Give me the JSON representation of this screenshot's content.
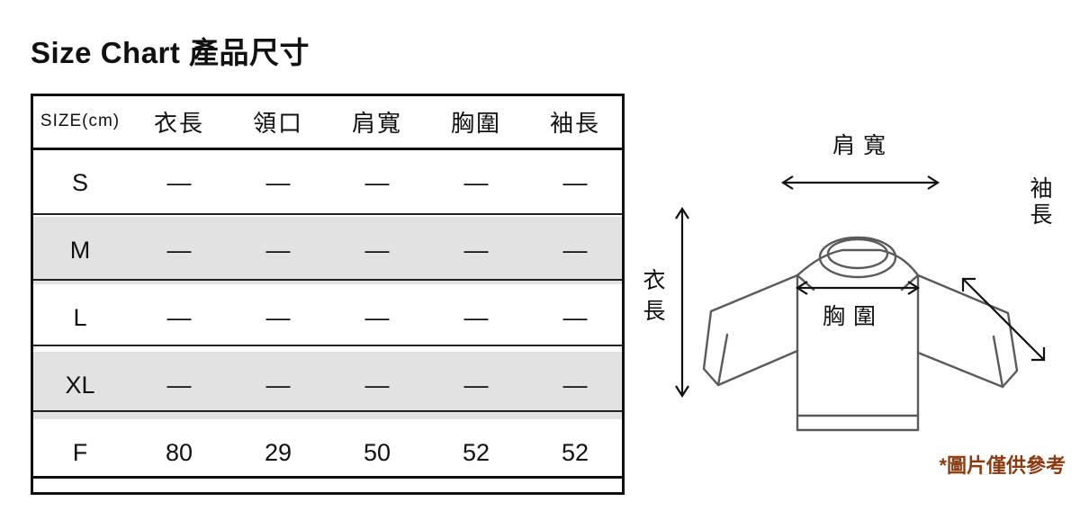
{
  "title": "Size Chart 產品尺寸",
  "table": {
    "headers": [
      "SIZE(cm)",
      "衣長",
      "領口",
      "肩寬",
      "胸圍",
      "袖長"
    ],
    "rows": [
      {
        "size": "S",
        "values": [
          "—",
          "—",
          "—",
          "—",
          "—"
        ],
        "shaded": false
      },
      {
        "size": "M",
        "values": [
          "—",
          "—",
          "—",
          "—",
          "—"
        ],
        "shaded": true
      },
      {
        "size": "L",
        "values": [
          "—",
          "—",
          "—",
          "—",
          "—"
        ],
        "shaded": false
      },
      {
        "size": "XL",
        "values": [
          "—",
          "—",
          "—",
          "—",
          "—"
        ],
        "shaded": true
      },
      {
        "size": "F",
        "values": [
          "80",
          "29",
          "50",
          "52",
          "52"
        ],
        "shaded": false
      }
    ]
  },
  "diagram": {
    "labels": {
      "shoulder": "肩 寬",
      "sleeve_line1": "袖",
      "sleeve_line2": "長",
      "length_line1": "衣",
      "length_line2": "長",
      "chest": "胸 圍"
    },
    "footnote": "*圖片僅供參考",
    "footnote_color": "#8a3b10",
    "garment_stroke": "#555555",
    "arrow_color": "#111111"
  }
}
